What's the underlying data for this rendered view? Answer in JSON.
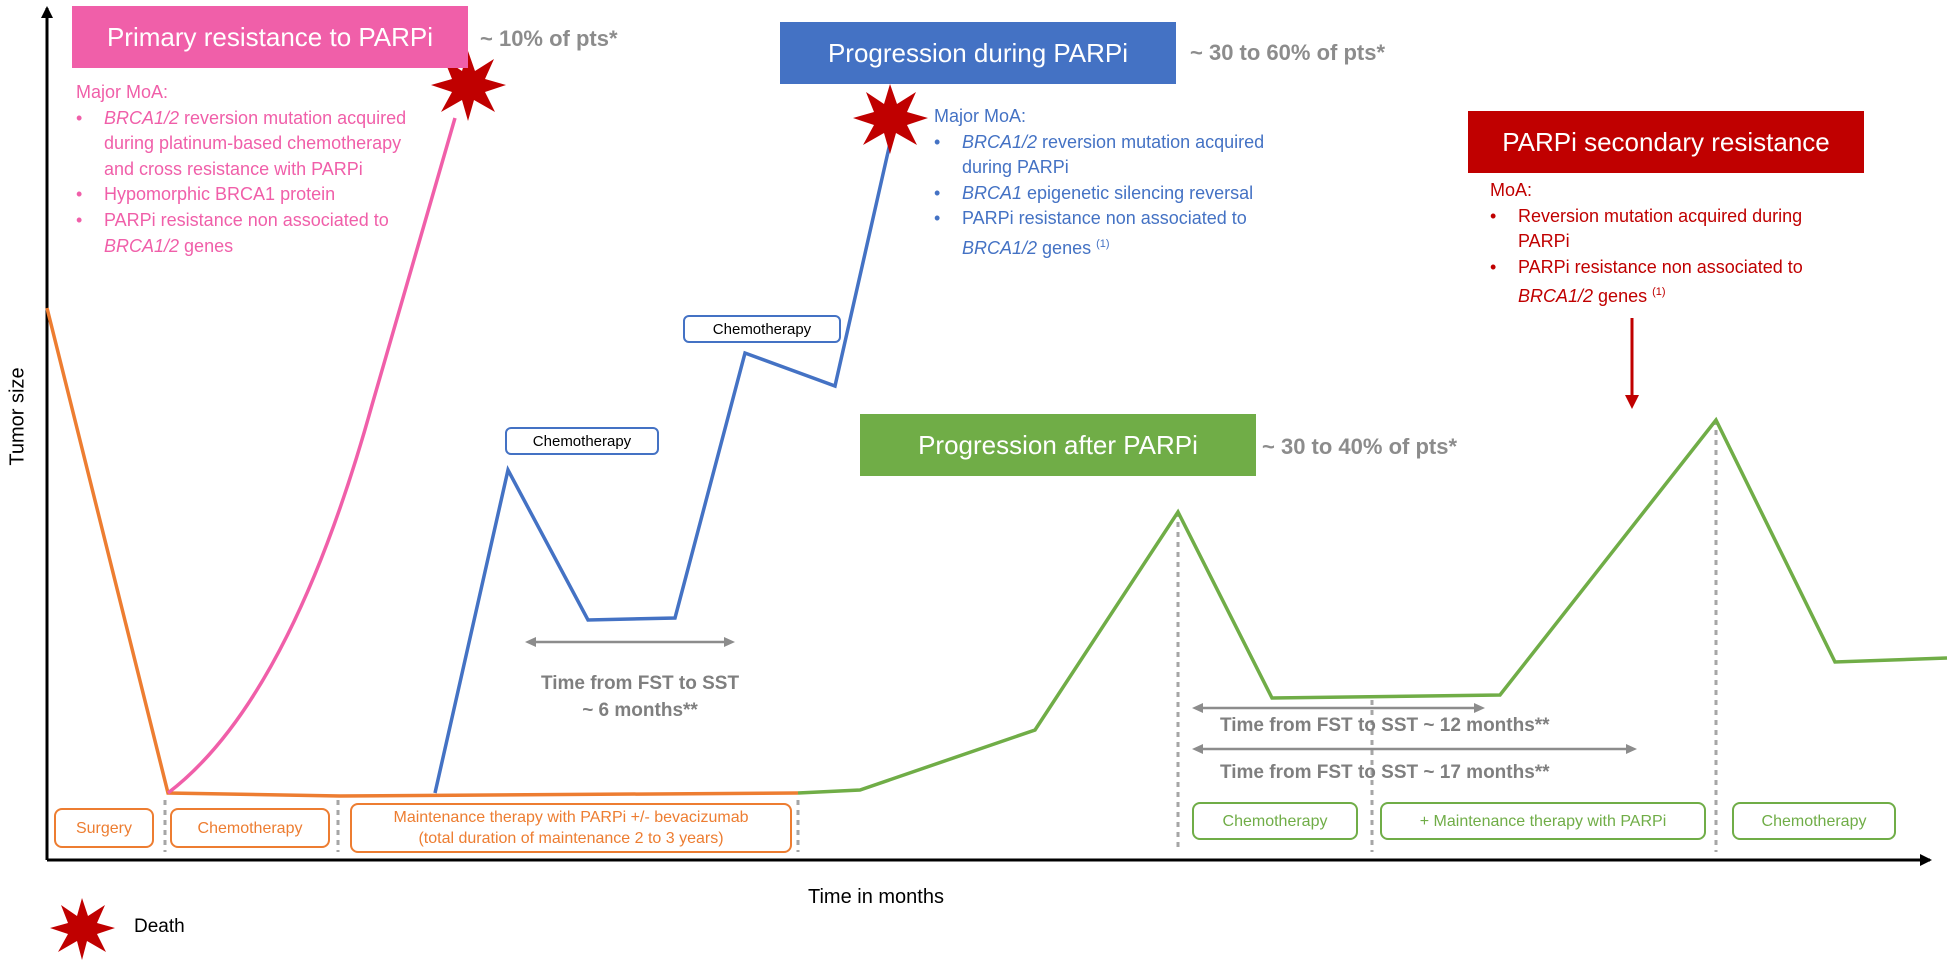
{
  "axes": {
    "x_label": "Time in months",
    "y_label": "Tumor size"
  },
  "legend": {
    "death_label": "Death"
  },
  "colors": {
    "pink": "#f05fa9",
    "blue": "#4472c4",
    "green": "#70ad47",
    "orange": "#ed7d31",
    "red": "#c00000",
    "gray": "#8c8c8c"
  },
  "primary_resistance": {
    "title": "Primary resistance to PARPi",
    "percent": "~ 10% of pts*",
    "moa_header": "Major MoA:",
    "moa_items": [
      {
        "italic": "BRCA1/2",
        "text": " reversion mutation acquired during platinum-based chemotherapy and cross resistance with PARPi",
        "sup": ""
      },
      {
        "italic": "",
        "text": "Hypomorphic BRCA1 protein",
        "sup": ""
      },
      {
        "italic": "",
        "text": "PARPi resistance non associated to ",
        "italic_tail": "BRCA1/2",
        "tail": " genes",
        "sup": ""
      }
    ]
  },
  "progression_during": {
    "title": "Progression during PARPi",
    "percent": "~ 30 to 60% of pts*",
    "moa_header": "Major MoA:",
    "moa_items": [
      {
        "italic": "BRCA1/2",
        "text": " reversion mutation acquired during PARPi",
        "sup": ""
      },
      {
        "italic": "BRCA1",
        "text": " epigenetic silencing reversal",
        "sup": ""
      },
      {
        "italic": "",
        "text": "PARPi resistance non associated to ",
        "italic_tail": "BRCA1/2",
        "tail": " genes ",
        "sup": "(1)"
      }
    ]
  },
  "secondary_resistance": {
    "title": "PARPi secondary resistance",
    "moa_header": "MoA:",
    "moa_items": [
      {
        "italic": "",
        "text": "Reversion mutation acquired during PARPi",
        "sup": ""
      },
      {
        "italic": "",
        "text": "PARPi resistance non associated to ",
        "italic_tail": "BRCA1/2",
        "tail": " genes ",
        "sup": "(1)"
      }
    ]
  },
  "progression_after": {
    "title": "Progression after PARPi",
    "percent": "~ 30 to 40% of pts*"
  },
  "treatment_boxes": {
    "surgery": "Surgery",
    "chemo1": "Chemotherapy",
    "maintenance_line1": "Maintenance therapy with PARPi +/- bevacizumab",
    "maintenance_line2": "(total duration of maintenance 2 to 3 years)",
    "chemo_green1": "Chemotherapy",
    "maintenance_green": "+ Maintenance therapy with PARPi",
    "chemo_green2": "Chemotherapy"
  },
  "blue_chemo_labels": {
    "first": "Chemotherapy",
    "second": "Chemotherapy"
  },
  "intervals": {
    "fst_sst_6_line1": "Time from FST to SST",
    "fst_sst_6_line2": "~ 6 months**",
    "fst_sst_12": "Time from FST to SST ~ 12 months**",
    "fst_sst_17": "Time from FST to SST ~ 17 months**"
  }
}
